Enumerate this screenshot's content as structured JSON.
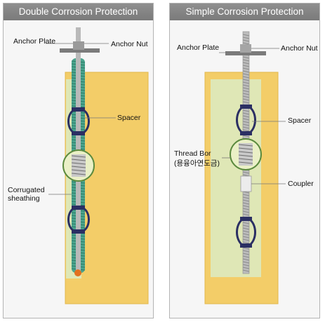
{
  "colors": {
    "header_bg": "#858585",
    "panel_bg": "#f6f6f6",
    "grout": "#f3cd68",
    "inner_band": "#dfe7b6",
    "sheathing": "#4aa58e",
    "bar": "#b9b9b9",
    "anchor_plate": "#7b7b7b",
    "tip": "#e2701e"
  },
  "panels": [
    {
      "title": "Double Corrosion Protection",
      "labels": {
        "anchor_plate": "Anchor Plate",
        "anchor_nut": "Anchor Nut",
        "spacer": "Spacer",
        "sheathing": "Corrugated sheathing"
      }
    },
    {
      "title": "Simple Corrosion Protection",
      "labels": {
        "anchor_plate": "Anchor Plate",
        "anchor_nut": "Anchor Nut",
        "spacer": "Spacer",
        "thread_bar_line1": "Thread Bor",
        "thread_bar_line2": "(용융아연도금)",
        "coupler": "Coupler"
      }
    }
  ]
}
